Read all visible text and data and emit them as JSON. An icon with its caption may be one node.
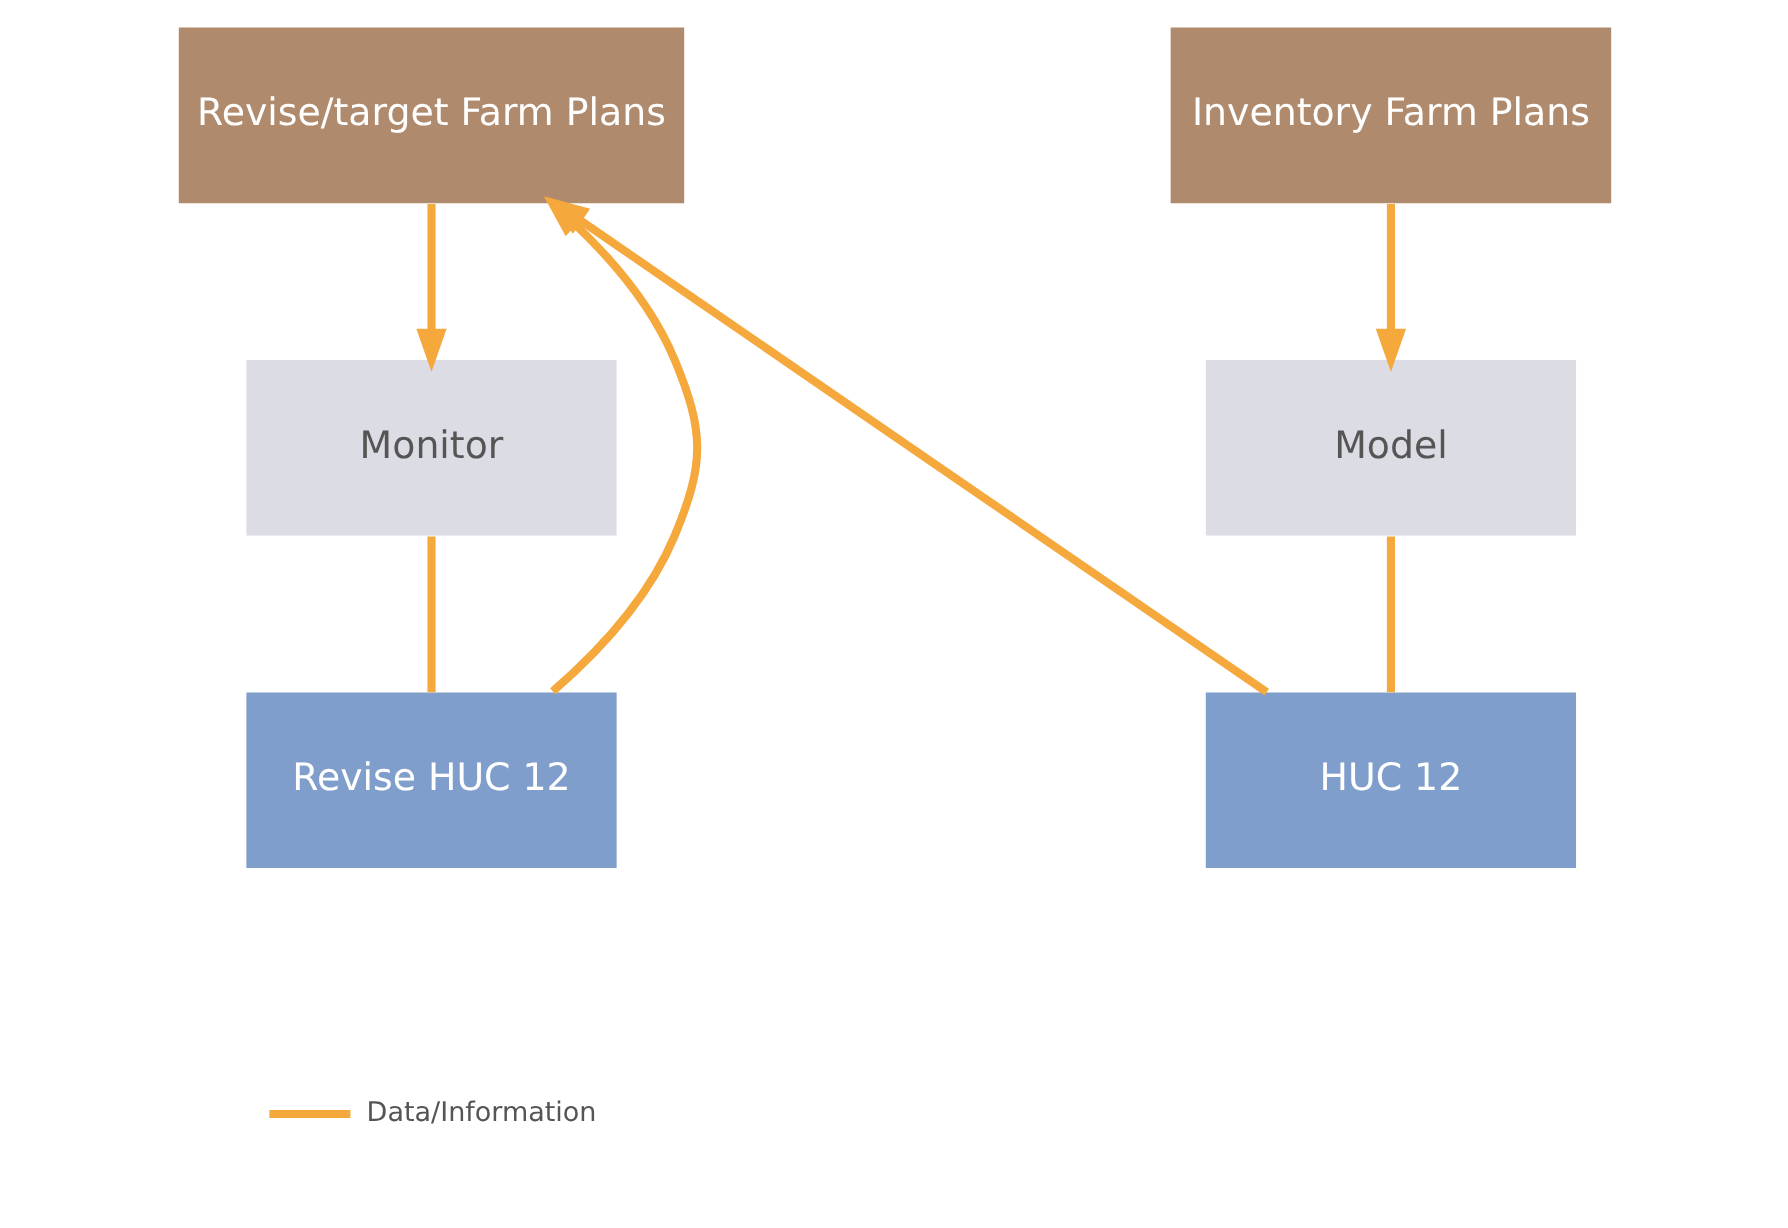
{
  "diagram": {
    "nodes": [
      {
        "text": [
          "Revise/target Farm Plans"
        ]
      },
      {
        "text": [
          "Inventory Farm Plans"
        ]
      },
      {
        "text": [
          "Model"
        ]
      },
      {
        "text": [
          "Monitor"
        ]
      },
      {
        "text": [
          "HUC 12"
        ]
      },
      {
        "text": [
          "Revise HUC 12"
        ]
      }
    ],
    "edges": [
      {
        "from": 1,
        "to": 2,
        "arrow": "to"
      },
      {
        "from": 0,
        "to": 3,
        "arrow": "to"
      },
      {
        "from": 2,
        "to": 4,
        "arrow": "none"
      },
      {
        "from": 4,
        "to": 0,
        "arrow": "to"
      },
      {
        "from": 3,
        "to": 5,
        "arrow": "none"
      },
      {
        "from": 5,
        "to": 0,
        "arrow": "to"
      }
    ],
    "legend": [
      {
        "text": "Data/Information"
      }
    ]
  }
}
